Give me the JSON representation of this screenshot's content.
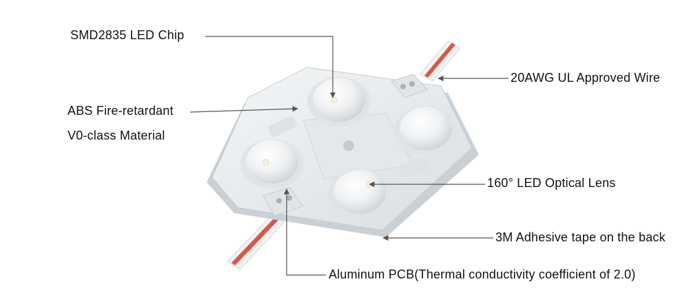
{
  "labels": {
    "smd_chip": "SMD2835 LED Chip",
    "wire": "20AWG UL Approved Wire",
    "abs_line1": "ABS Fire-retardant",
    "abs_line2": "V0-class Material",
    "lens": "160° LED Optical Lens",
    "tape": "3M Adhesive tape on the back",
    "pcb": "Aluminum PCB(Thermal conductivity coefficient of 2.0)"
  },
  "colors": {
    "module_body": "#e9ecee",
    "wire_red": "#d9574a",
    "leader_line": "#555555",
    "text": "#111111"
  }
}
